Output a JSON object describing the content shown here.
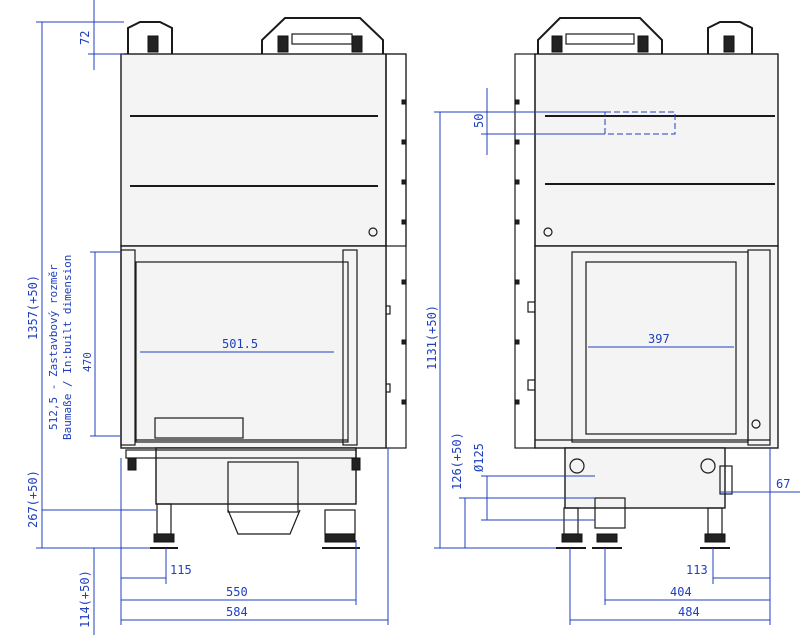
{
  "dimensions": {
    "left_72": "72",
    "left_1357": "1357(+50)",
    "left_470": "470",
    "left_5125": "512,5 - Zastavbový rozměr",
    "left_baumasse": "Baumaße / In:built dimension",
    "left_5015": "501.5",
    "left_267": "267(+50)",
    "left_114": "114(+50)",
    "left_115": "115",
    "left_550": "550",
    "left_584": "584",
    "right_50": "50",
    "right_1131": "1131(+50)",
    "right_397": "397",
    "right_126": "126(+50)",
    "right_125": "Ø125",
    "right_67": "67",
    "right_113": "113",
    "right_404": "404",
    "right_484": "484"
  },
  "colors": {
    "dimension": "#1f3fbf",
    "outline": "#1a1a1a",
    "body_fill": "#f4f4f4"
  }
}
